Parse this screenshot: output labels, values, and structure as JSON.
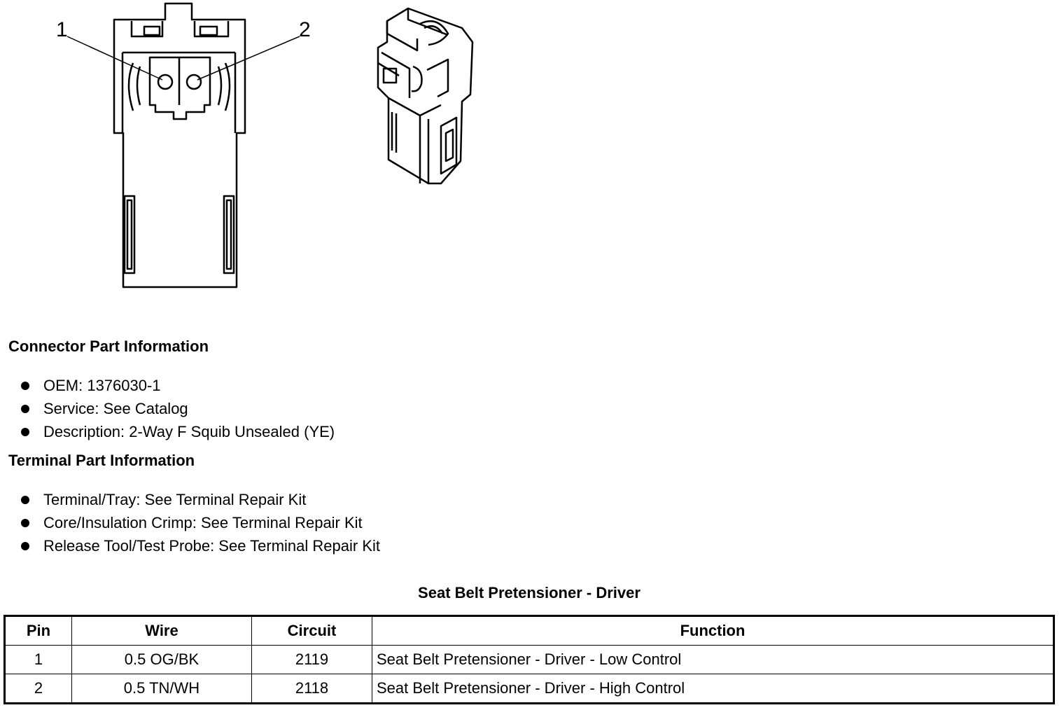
{
  "diagram": {
    "callouts": [
      "1",
      "2"
    ]
  },
  "connector_section": {
    "heading": "Connector Part Information",
    "items": [
      "OEM: 1376030-1",
      "Service: See Catalog",
      "Description: 2-Way F Squib Unsealed (YE)"
    ]
  },
  "terminal_section": {
    "heading": "Terminal Part Information",
    "items": [
      "Terminal/Tray: See Terminal Repair Kit",
      "Core/Insulation Crimp: See Terminal Repair Kit",
      "Release Tool/Test Probe: See Terminal Repair Kit"
    ]
  },
  "pin_table": {
    "title": "Seat Belt Pretensioner - Driver",
    "headers": [
      "Pin",
      "Wire",
      "Circuit",
      "Function"
    ],
    "rows": [
      [
        "1",
        "0.5 OG/BK",
        "2119",
        "Seat Belt Pretensioner - Driver - Low Control"
      ],
      [
        "2",
        "0.5 TN/WH",
        "2118",
        "Seat Belt Pretensioner - Driver - High Control"
      ]
    ]
  }
}
